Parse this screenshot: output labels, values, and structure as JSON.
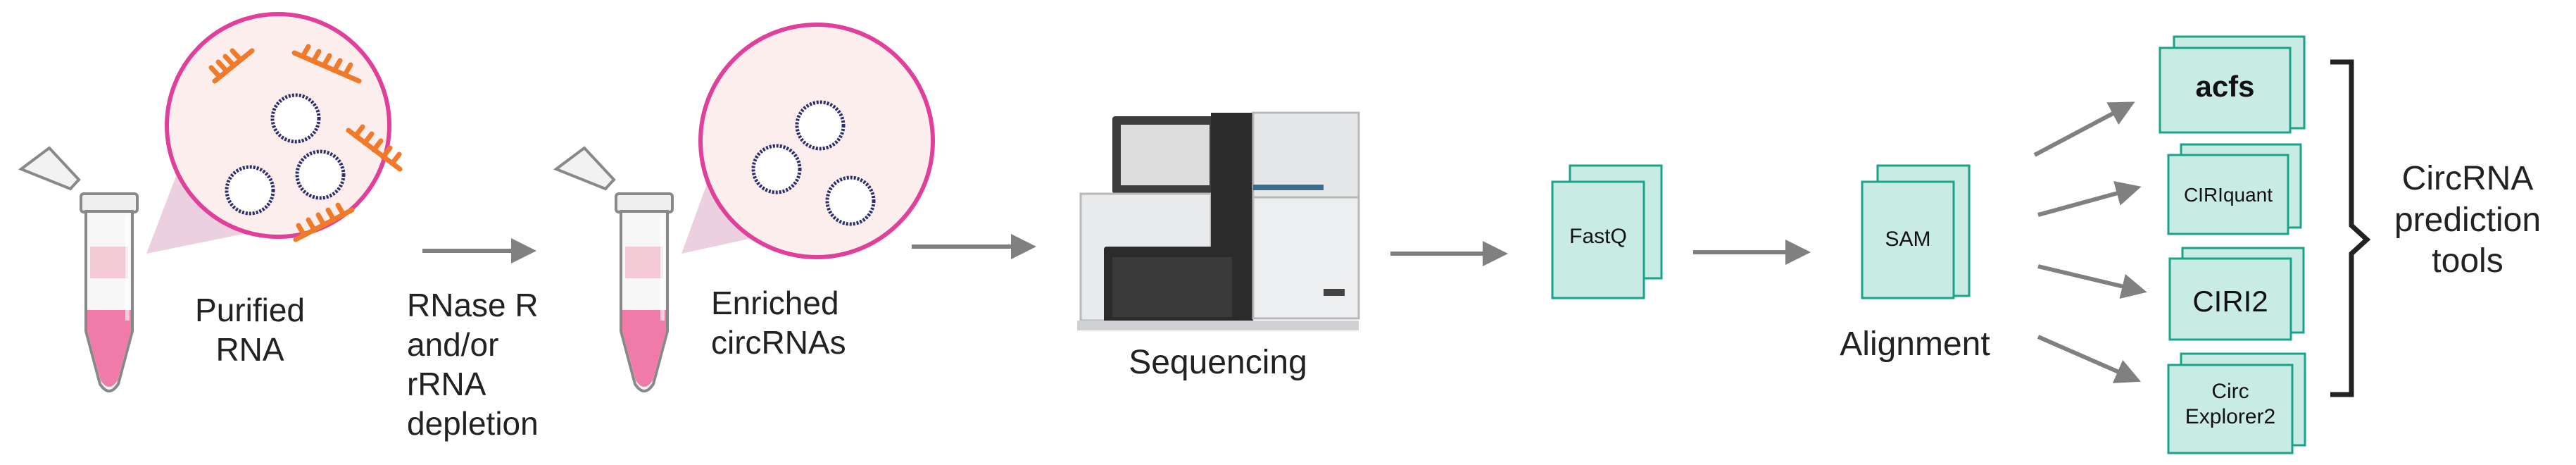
{
  "steps": {
    "purified_rna": "Purified\nRNA",
    "rnase": "RNase R\nand/or\nrRNA\ndepletion",
    "enriched": "Enriched\ncircRNAs",
    "sequencing": "Sequencing",
    "alignment": "Alignment"
  },
  "files": {
    "fastq": "FastQ",
    "sam": "SAM"
  },
  "tools": {
    "acfs": "acfs",
    "ciriquant": "CIRIquant",
    "ciri2": "CIRI2",
    "circexplorer2": "Circ\nExplorer2"
  },
  "group_label": "CircRNA\nprediction\ntools",
  "colors": {
    "file_fill": "#c8ece4",
    "file_stroke": "#1aa38a",
    "bubble_fill": "#fdeeee",
    "bubble_stroke": "#e0409a",
    "strand": "#f07a2a",
    "circle": "#2c2f6e",
    "arrow": "#808080",
    "tube_liquid": "#f07aa8"
  }
}
